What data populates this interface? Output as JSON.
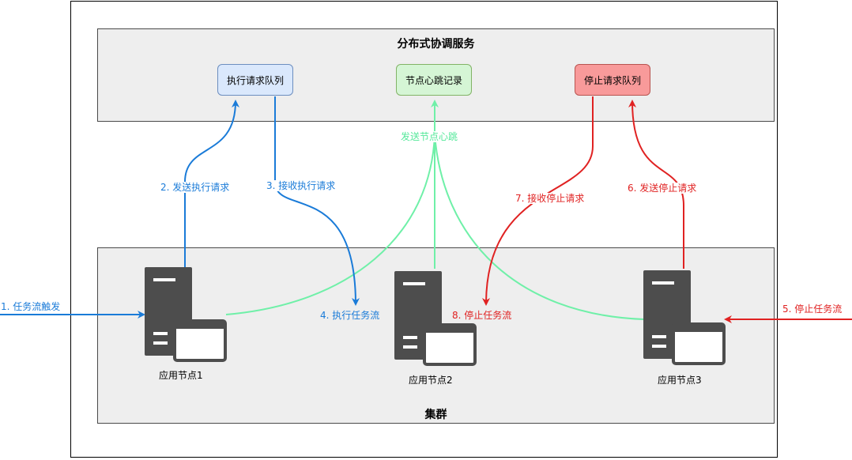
{
  "coordination": {
    "title": "分布式协调服务",
    "queues": {
      "exec": "执行请求队列",
      "heartbeat": "节点心跳记录",
      "stop": "停止请求队列"
    }
  },
  "cluster": {
    "title": "集群",
    "nodes": [
      "应用节点1",
      "应用节点2",
      "应用节点3"
    ]
  },
  "flow_labels": {
    "trigger": "1. 任务流触发",
    "send_exec": "2. 发送执行请求",
    "recv_exec": "3. 接收执行请求",
    "run_flow": "4. 执行任务流",
    "stop_flow": "5. 停止任务流",
    "send_stop": "6. 发送停止请求",
    "recv_stop": "7. 接收停止请求",
    "halt_flow": "8. 停止任务流",
    "heartbeat": "发送节点心跳"
  },
  "colors": {
    "exec": "#1a7bd8",
    "heartbeat": "#6ff0a8",
    "stop": "#e02222",
    "exec_fill": "#dae8fc",
    "heartbeat_fill": "#d5f5d5",
    "stop_fill": "#f89a9a"
  }
}
